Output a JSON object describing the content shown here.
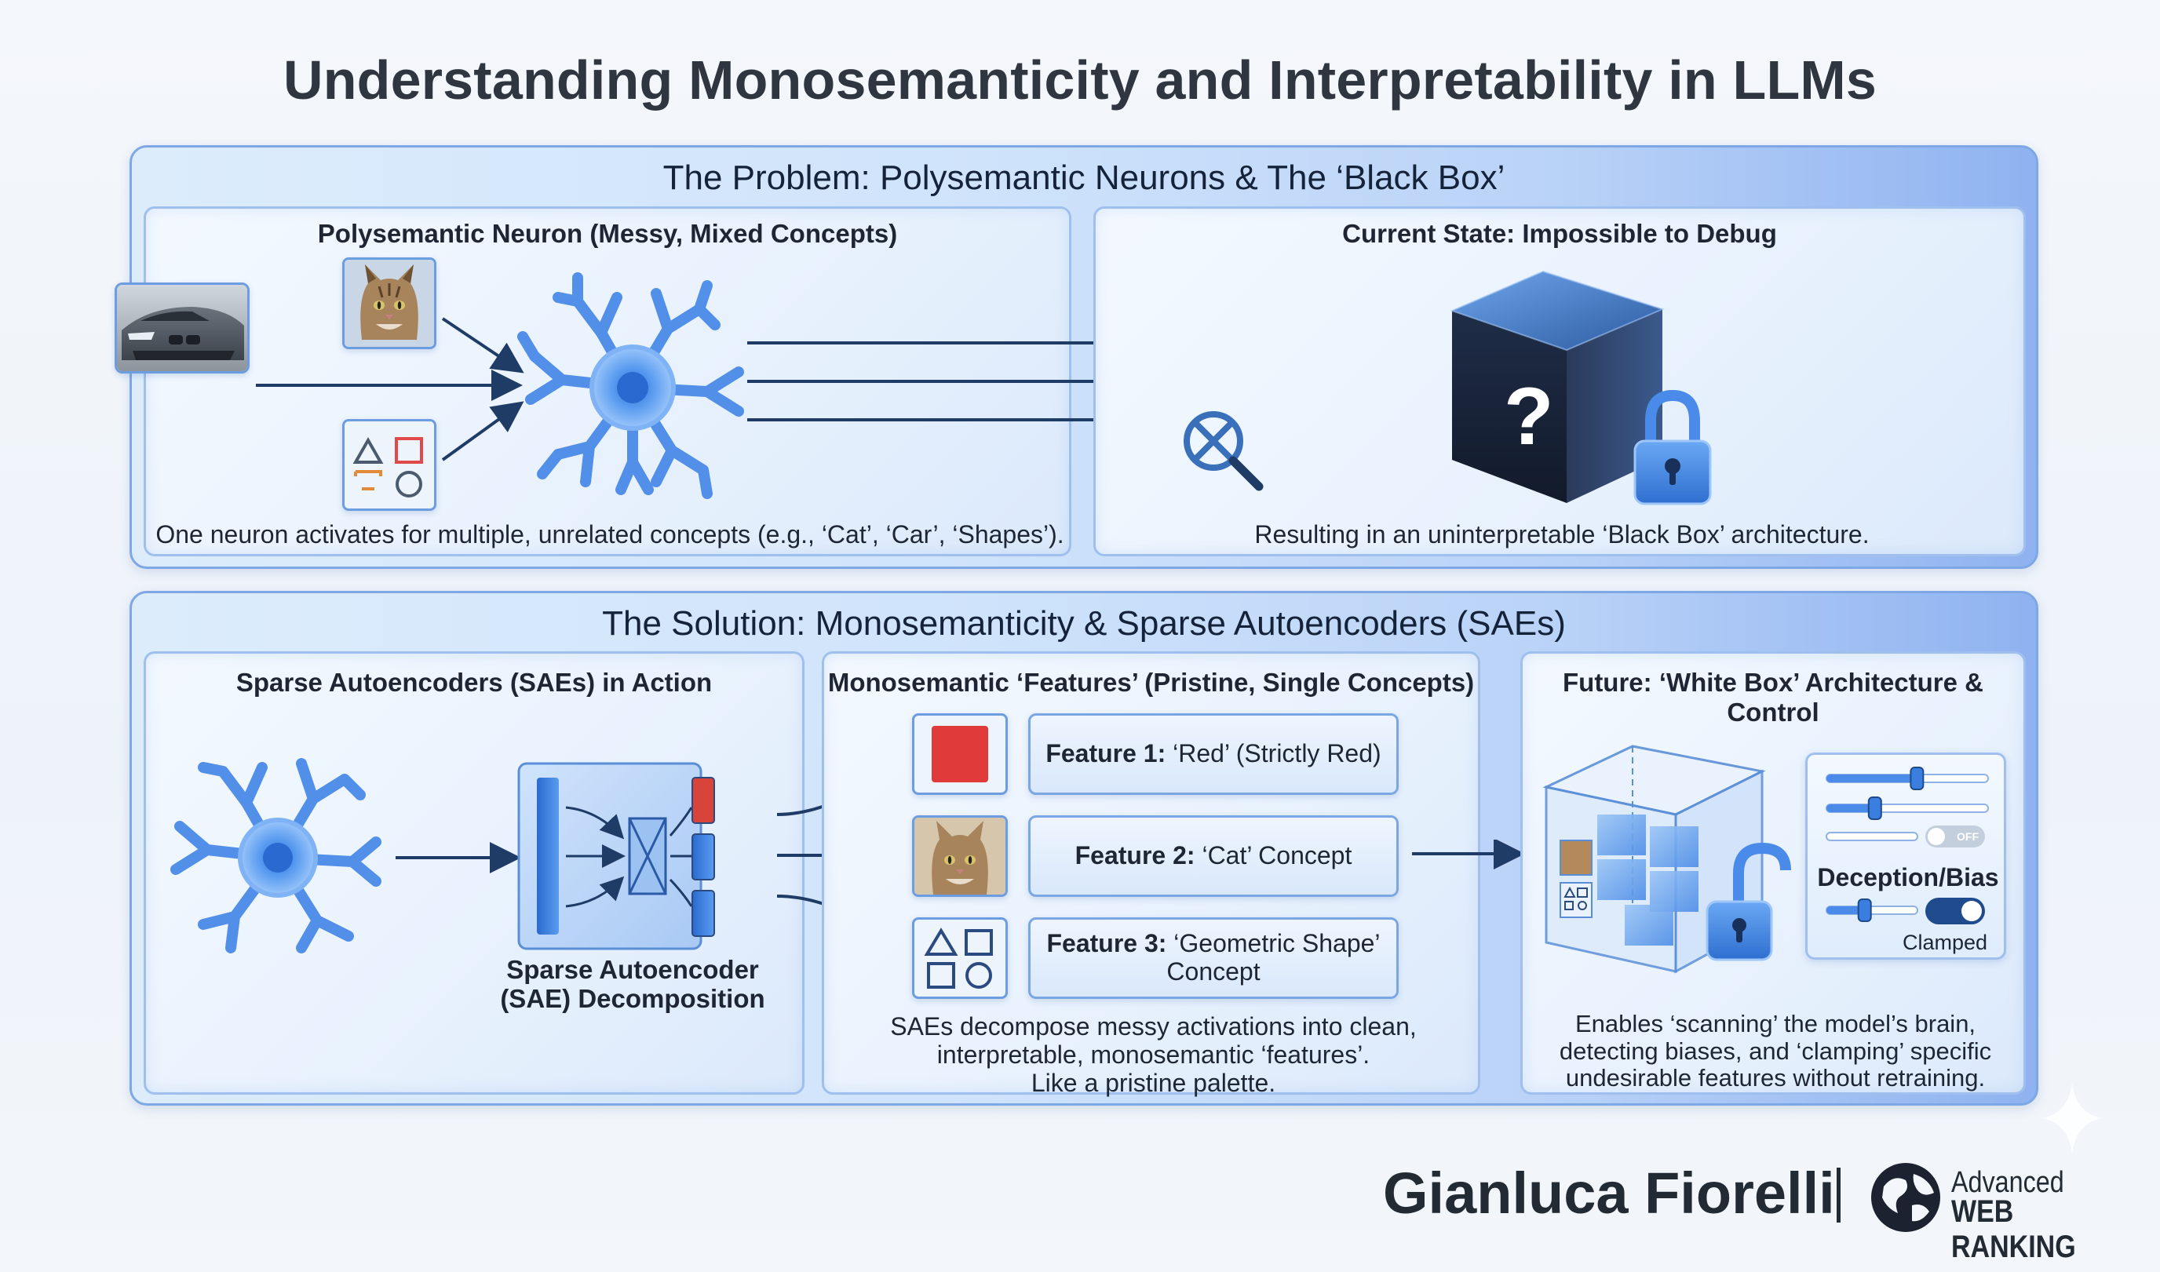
{
  "title": "Understanding Monosemanticity and Interpretability in LLMs",
  "problem": {
    "heading": "The Problem: Polysemantic Neurons & The ‘Black Box’",
    "left_panel": {
      "title": "Polysemantic Neuron (Messy, Mixed Concepts)",
      "caption": "One neuron activates for multiple, unrelated concepts (e.g., ‘Cat’, ‘Car’, ‘Shapes’)."
    },
    "right_panel": {
      "title": "Current State: Impossible to Debug",
      "caption": "Resulting in an uninterpretable ‘Black Box’ architecture.",
      "cube_symbol": "?"
    }
  },
  "solution": {
    "heading": "The Solution: Monosemanticity & Sparse Autoencoders (SAEs)",
    "sae_panel": {
      "title": "Sparse Autoencoders (SAEs) in Action",
      "label_line1": "Sparse Autoencoder",
      "label_line2": "(SAE) Decomposition"
    },
    "features_panel": {
      "title": "Monosemantic ‘Features’ (Pristine, Single Concepts)",
      "features": [
        {
          "bold": "Feature 1:",
          "text": " ‘Red’ (Strictly Red)",
          "text2": ""
        },
        {
          "bold": "Feature 2:",
          "text": " ‘Cat’ Concept",
          "text2": ""
        },
        {
          "bold": "Feature 3:",
          "text": " ‘Geometric Shape’",
          "text2": "Concept"
        }
      ],
      "caption_line1": "SAEs decompose messy activations into clean,",
      "caption_line2": "interpretable, monosemantic ‘features’.",
      "caption_line3": "Like a pristine palette."
    },
    "future_panel": {
      "title": "Future: ‘White Box’ Architecture & Control",
      "toggle_off": "OFF",
      "control_label": "Deception/Bias",
      "clamped_label": "Clamped",
      "slider_levels": [
        0.56,
        0.3,
        0.0,
        0.42
      ],
      "caption_line1": "Enables ‘scanning’ the model’s brain,",
      "caption_line2": "detecting biases, and ‘clamping’ specific",
      "caption_line3": "undesirable features without retraining."
    }
  },
  "footer": {
    "author": "Gianluca Fiorelli",
    "brand_line1": "Advanced",
    "brand_line2": "WEB RANKING"
  },
  "colors": {
    "accent_blue": "#3a7fe0",
    "dark_navy": "#1f3c66",
    "feature_red": "#e03a3a",
    "cube_dark": "#1a2640"
  }
}
